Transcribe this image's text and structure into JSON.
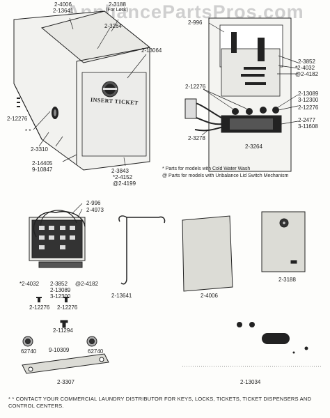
{
  "watermark": "AppliancePartsPros.com",
  "insert_ticket": "INSERT TICKET",
  "labels": {
    "p2_4006_top": "2-4006",
    "p2_13641_top": "2-13641",
    "p2_3188_top": "2-3188",
    "for_lock": "(For Lock)",
    "p2_3264_top": "2-3264",
    "p2_13064": "2-13064",
    "p2_12276_left": "2-12276",
    "star2_left": "* *",
    "p2_3310": "2-3310",
    "p2_14405": "2-14405",
    "p9_10847": "9-10847",
    "p2_3843": "2-3843",
    "p_star_2_4152": "*2-4152",
    "p_at_2_4199": "@2-4199",
    "p2_996_r": "2-996",
    "p2_3852_r": "2-3852",
    "p_star_2_4032_r": "*2-4032",
    "p_at_2_4182_r": "@2-4182",
    "p2_12276_r1": "2-12276",
    "p2_13089_r": "2-13089",
    "p3_12300_r": "3-12300",
    "p2_12276_r2": "2-12276",
    "p2_2477": "2-2477",
    "p3_11608": "3-11608",
    "p2_3278": "2-3278",
    "p2_3264_r": "2-3264",
    "p2_996_m": "2-996",
    "p2_4973": "2-4973",
    "p_star_2_4032_m": "*2-4032",
    "p2_3852_m": "2-3852",
    "p_at_2_4182_m": "@2-4182",
    "p2_13089_m": "2-13089",
    "p3_12300_m": "3-12300",
    "p2_12276_m1": "2-12276",
    "p2_12276_m2": "2-12276",
    "p2_13641_m": "2-13641",
    "p2_4006_m": "2-4006",
    "p2_3188_m": "2-3188",
    "p2_11294": "2-11294",
    "p62740_l": "62740",
    "p9_10309": "9-10309",
    "p62740_r": "62740",
    "p2_3307": "2-3307",
    "p2_13034": "2-13034"
  },
  "notes": {
    "cold_water": "* Parts for models with Cold Water Wash",
    "unbalance": "@ Parts for models with Unbalance Lid Switch Mechanism"
  },
  "footer": "* * CONTACT YOUR COMMERCIAL LAUNDRY DISTRIBUTOR FOR KEYS, LOCKS, TICKETS, TICKET DISPENSERS AND CONTROL CENTERS."
}
